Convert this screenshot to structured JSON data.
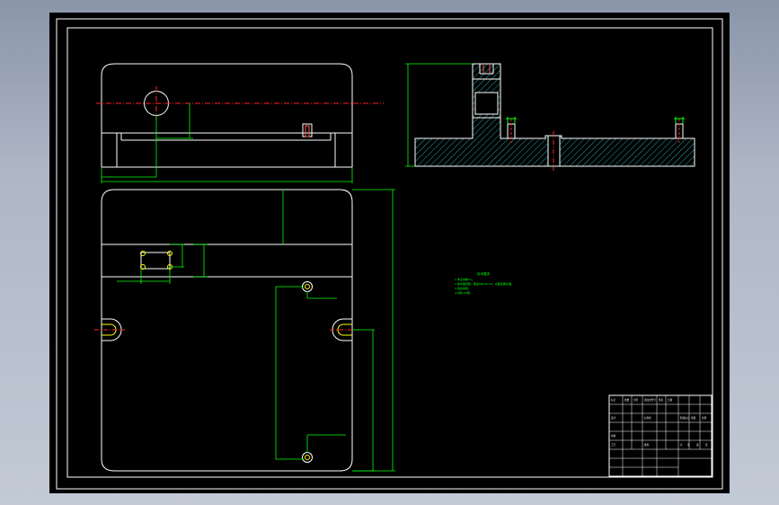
{
  "app": {
    "background": "#000000",
    "window_tint": "#9aa4b5"
  },
  "colors": {
    "geometry": "#ffffff",
    "dimension": "#00ff00",
    "centerline": "#ff2020",
    "hatch": "#2fd0d0",
    "holes": "#ffff00"
  },
  "views": {
    "top_view": {
      "name": "top view"
    },
    "plan_view": {
      "name": "plan view"
    },
    "section_view": {
      "name": "section view"
    }
  },
  "notes": {
    "title": "技术要求",
    "lines": [
      "1.未注倒角C1。",
      "2.热处理调质，硬度HRC45-50，表面发黑处理。",
      "3.锐边倒钝。",
      "4.材料:45钢。"
    ]
  },
  "title_block": {
    "cells": [
      "标记",
      "处数",
      "分区",
      "更改文件号",
      "签名",
      "日期",
      "设计",
      "标准化",
      "阶段标记",
      "重量",
      "比例",
      "审核",
      "工艺",
      "批准",
      "共",
      "张",
      "第",
      "张"
    ]
  }
}
